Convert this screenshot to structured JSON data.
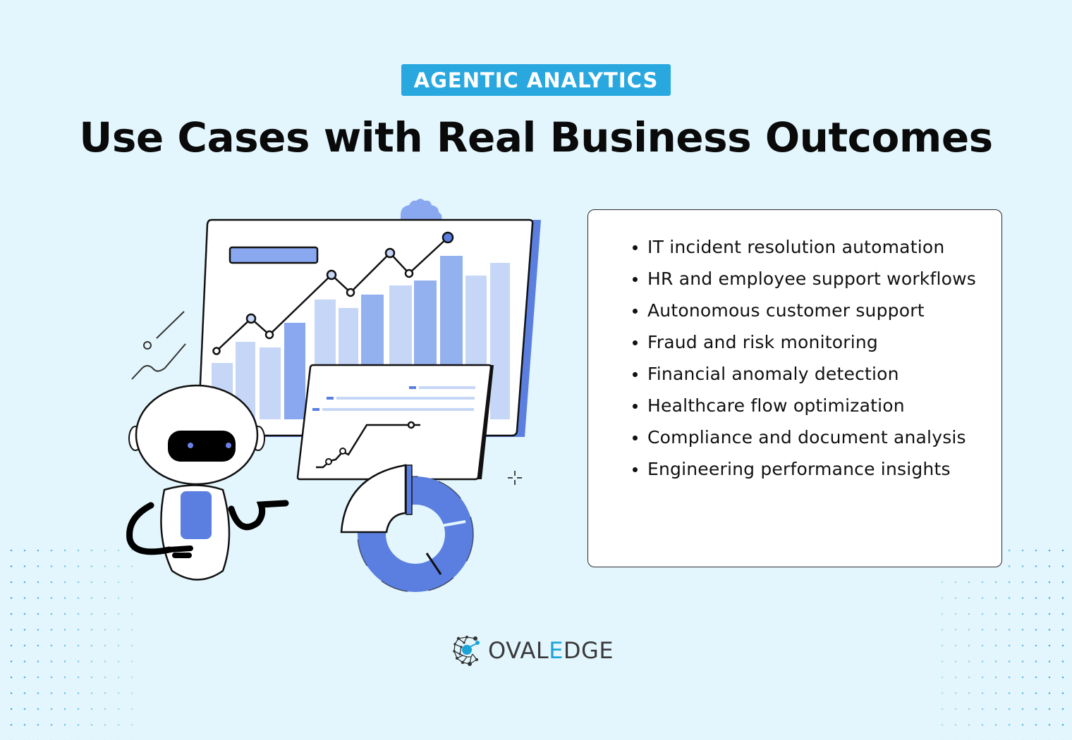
{
  "header": {
    "eyebrow": "AGENTIC ANALYTICS",
    "title": "Use Cases with Real Business Outcomes"
  },
  "use_cases": {
    "items": [
      "IT incident resolution automation",
      "HR and employee support workflows",
      "Autonomous customer support",
      "Fraud and risk monitoring",
      "Financial anomaly detection",
      "Healthcare flow optimization",
      "Compliance and document analysis",
      "Engineering performance insights"
    ]
  },
  "brand": {
    "logo_prefix": "OVAL",
    "logo_highlight": "E",
    "logo_suffix": "DGE",
    "logo_icon": "network-node-icon"
  },
  "illustration": {
    "description": "robot-with-analytics-dashboard",
    "icons": [
      "robot-icon",
      "bar-chart-icon",
      "line-chart-icon",
      "donut-chart-icon",
      "gear-icon",
      "sparkle-icon"
    ]
  },
  "colors": {
    "background": "#e3f6fd",
    "eyebrow_bg": "#29a8e0",
    "accent_blue": "#5b7fe0",
    "light_blue": "#c5d6f7",
    "mid_blue": "#94b1ef",
    "brand_e": "#1ba3d8",
    "text": "#0a0a0a"
  }
}
